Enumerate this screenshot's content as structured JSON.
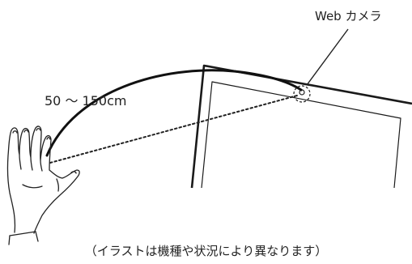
{
  "labels": {
    "webcam": "Web カメラ",
    "distance": "50 ～ 150cm",
    "caption": "（イラストは機種や状況により異なります）"
  }
}
